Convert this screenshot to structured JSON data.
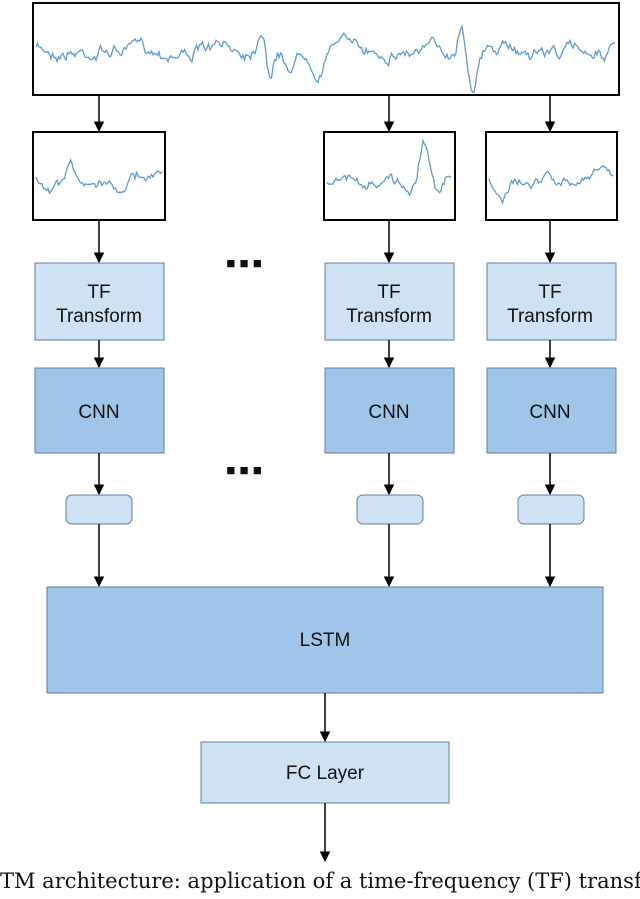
{
  "diagram": {
    "blocks": {
      "tf": "TF\nTransform",
      "cnn": "CNN",
      "lstm": "LSTM",
      "fc": "FC Layer"
    },
    "ellipsis": "■ ■ ■",
    "caption": "TM architecture: application of a time-frequency (TF) transform, CNN"
  },
  "colors": {
    "signal": "#5b9bd5",
    "tf_fill": "#cfe2f3",
    "cnn_fill": "#9fc5e8",
    "stroke": "#5f7f9f",
    "arrow": "#000000"
  }
}
